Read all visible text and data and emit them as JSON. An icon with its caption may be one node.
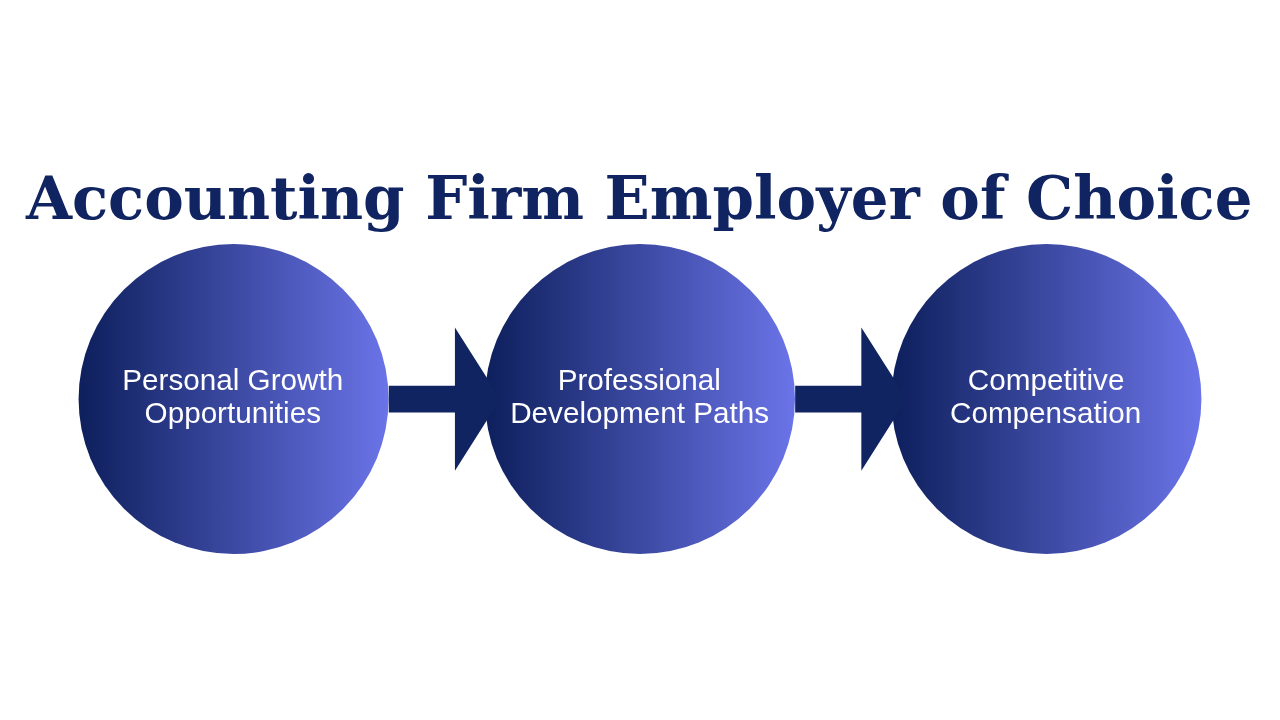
{
  "diagram": {
    "title": "Accounting Firm Employer of Choice",
    "nodes": [
      {
        "text": [
          "Personal Growth Opportunities"
        ]
      },
      {
        "text": [
          "Professional Development Paths"
        ]
      },
      {
        "text": [
          "Competitive Compensation"
        ]
      }
    ],
    "edges": [
      {
        "from": 0,
        "to": 1,
        "arrow": "to"
      },
      {
        "from": 1,
        "to": 2,
        "arrow": "to"
      }
    ]
  }
}
